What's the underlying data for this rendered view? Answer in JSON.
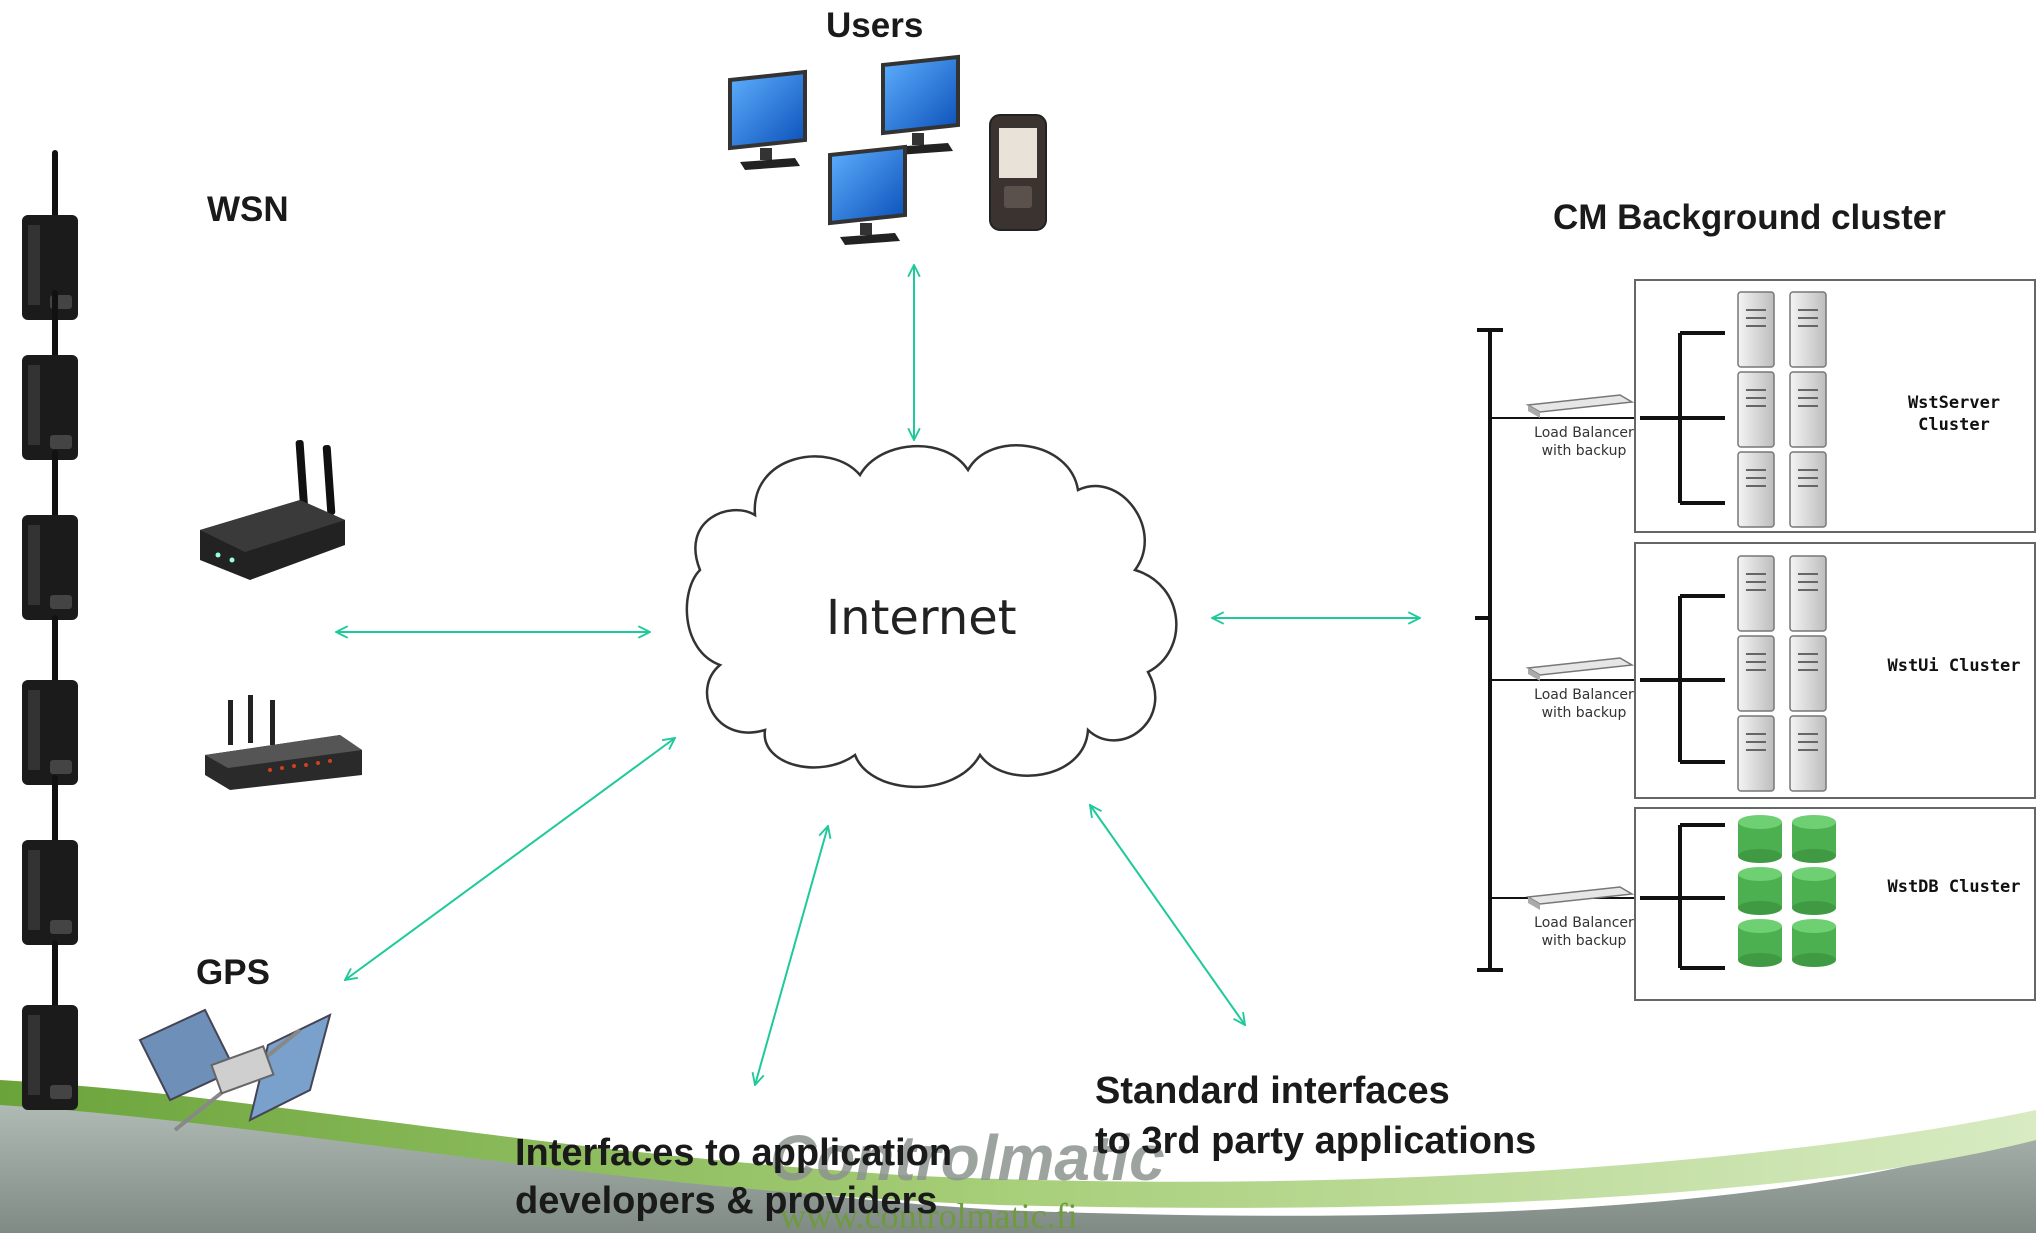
{
  "labels": {
    "users": "Users",
    "wsn": "WSN",
    "cm_cluster": "CM Background cluster",
    "internet": "Internet",
    "gps": "GPS",
    "app_dev_line1": "Interfaces to application",
    "app_dev_line2": "developers & providers",
    "std_line1": "Standard interfaces",
    "std_line2": "to 3rd party applications"
  },
  "clusters": [
    {
      "lb": "Load Balancer with backup",
      "name": "WstServer Cluster"
    },
    {
      "lb": "Load Balancer with backup",
      "name": "WstUi Cluster"
    },
    {
      "lb": "Load Balancer with backup",
      "name": "WstDB Cluster"
    }
  ],
  "logo": {
    "name": "Controlmatic",
    "url": "www.controlmatic.fi"
  },
  "colors": {
    "arrow": "#1ec99a",
    "swoosh_green": "#7fb84a",
    "swoosh_grey": "#8e9a94",
    "cloud_stroke": "#333333",
    "db_green": "#4caf50"
  }
}
